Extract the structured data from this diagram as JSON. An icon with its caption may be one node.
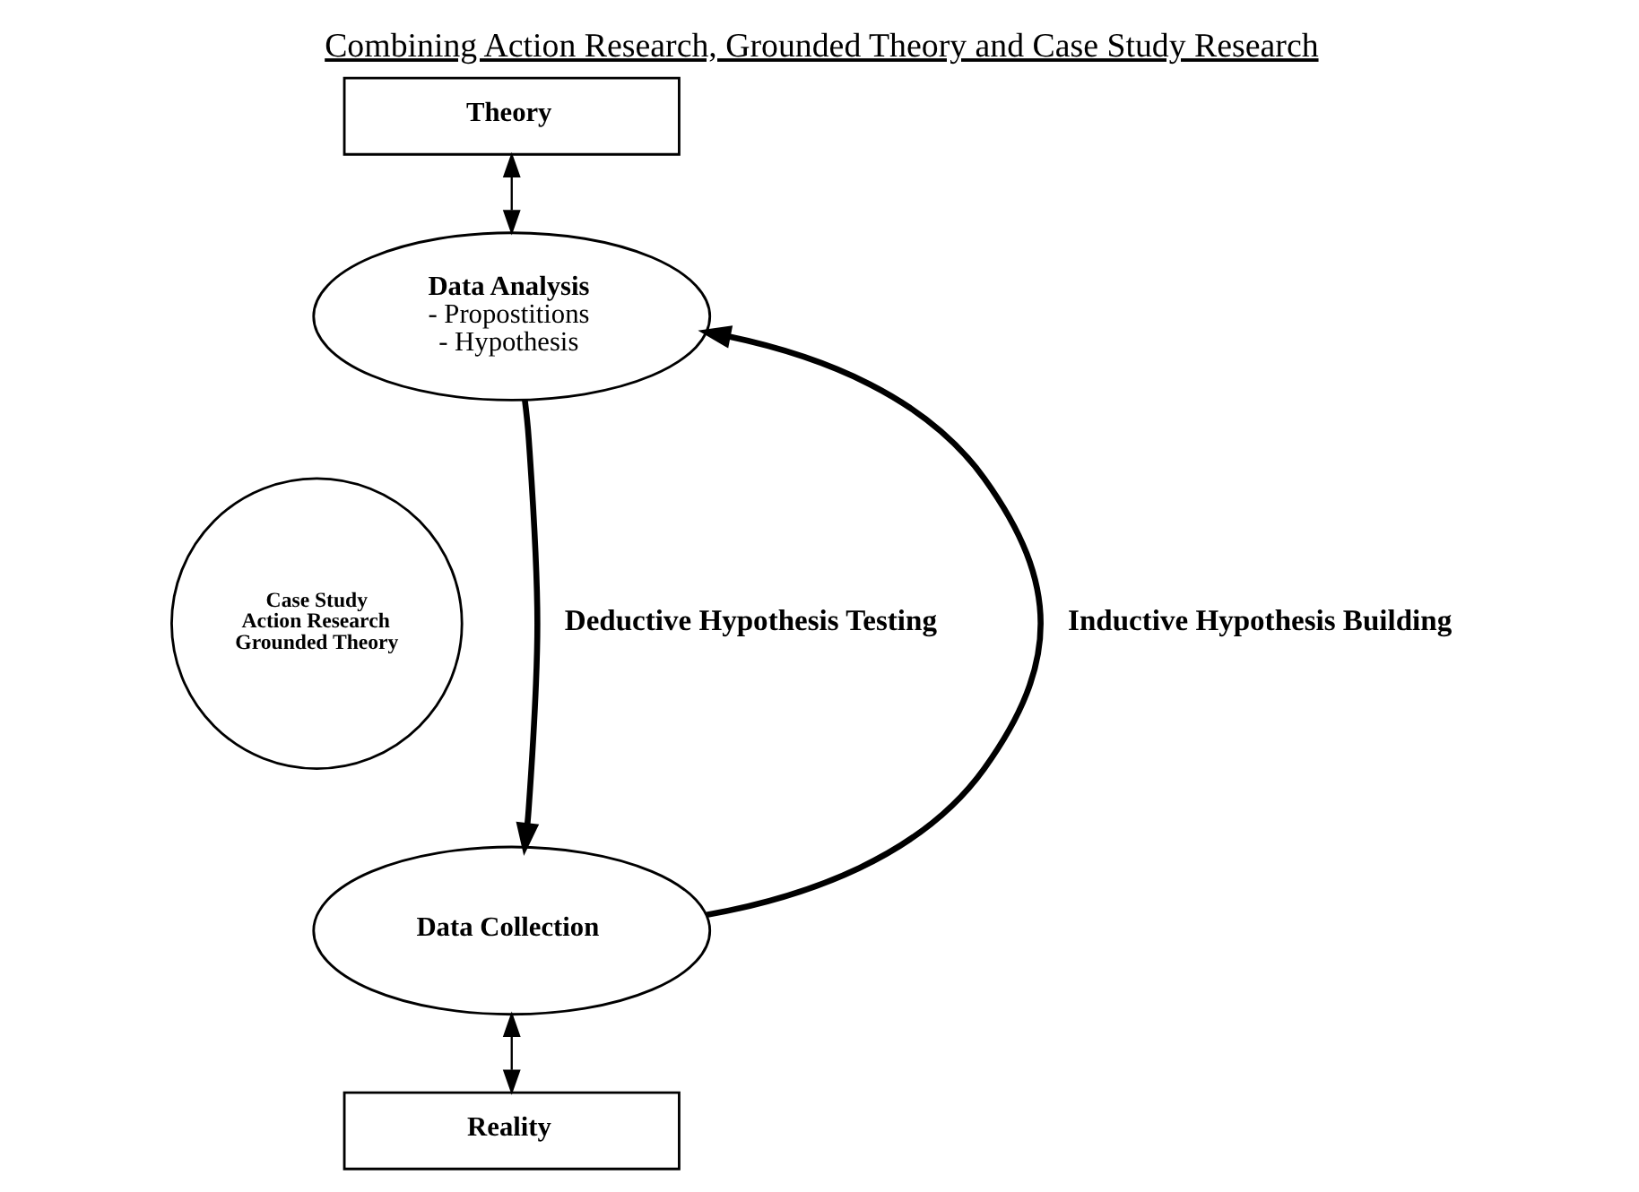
{
  "diagram": {
    "title": "Combining Action Research, Grounded Theory and Case Study Research",
    "nodes": [
      {
        "text": [
          "Theory"
        ]
      },
      {
        "text": [
          "Data Analysis",
          "- Propostitions",
          "- Hypothesis"
        ]
      },
      {
        "text": [
          "Case Study",
          "Action Research",
          "Grounded Theory"
        ]
      },
      {
        "text": [
          "Data Collection"
        ]
      },
      {
        "text": [
          "Reality"
        ]
      }
    ],
    "edges": [
      {
        "from": 0,
        "to": 1,
        "arrow": "both"
      },
      {
        "from": 1,
        "to": 3,
        "arrow": "to",
        "label": "Deductive Hypothesis Testing",
        "style": "thick"
      },
      {
        "from": 3,
        "to": 1,
        "arrow": "to",
        "label": "Inductive Hypothesis Building",
        "style": "thick"
      },
      {
        "from": 3,
        "to": 4,
        "arrow": "both"
      }
    ]
  }
}
